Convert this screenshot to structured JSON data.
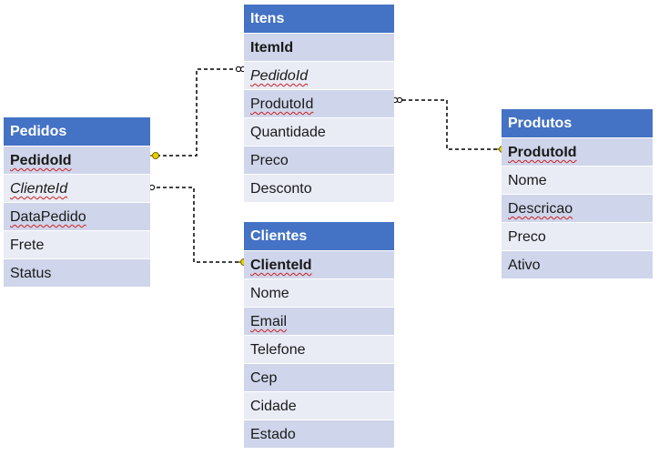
{
  "tables": {
    "itens": {
      "title": "Itens",
      "fields": [
        "ItemId",
        "PedidoId",
        "ProdutoId",
        "Quantidade",
        "Preco",
        "Desconto"
      ]
    },
    "pedidos": {
      "title": "Pedidos",
      "fields": [
        "PedidoId",
        "ClienteId",
        "DataPedido",
        "Frete",
        "Status"
      ]
    },
    "produtos": {
      "title": "Produtos",
      "fields": [
        "ProdutoId",
        "Nome",
        "Descricao",
        "Preco",
        "Ativo"
      ]
    },
    "clientes": {
      "title": "Clientes",
      "fields": [
        "ClienteId",
        "Nome",
        "Email",
        "Telefone",
        "Cep",
        "Cidade",
        "Estado"
      ]
    }
  },
  "relationships": [
    {
      "from": "pedidos.PedidoId",
      "from_end": "one-key",
      "to": "itens.PedidoId",
      "to_end": "many"
    },
    {
      "from": "produtos.ProdutoId",
      "from_end": "one-key",
      "to": "itens.ProdutoId",
      "to_end": "many"
    },
    {
      "from": "clientes.ClienteId",
      "from_end": "one-key",
      "to": "pedidos.ClienteId",
      "to_end": "many"
    }
  ],
  "colors": {
    "header": "#4472c4",
    "row_dark": "#cfd5ea",
    "row_light": "#e9ebf5",
    "key_icon": "#e8d000",
    "connector": "#000000"
  }
}
